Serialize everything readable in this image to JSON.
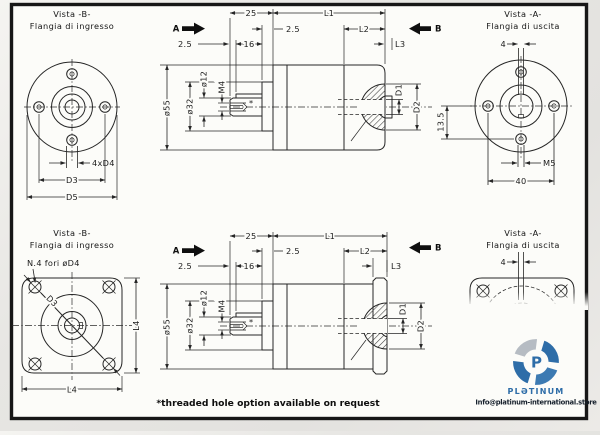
{
  "labels": {
    "vista_b": "Vista  -B-",
    "flangia_ingresso": "Flangia di ingresso",
    "vista_a": "Vista  -A-",
    "flangia_uscita": "Flangia di uscita",
    "arrow_a": "A",
    "arrow_b": "B",
    "note_fori": "N.4 fori øD4"
  },
  "dims": {
    "d25": "25",
    "L1": "L1",
    "d2_5": "2.5",
    "L2": "L2",
    "d16": "16",
    "L3": "L3",
    "dia55": "ø55",
    "dia32": "ø32",
    "dia12": "ø12",
    "m4": "M4",
    "star": "*",
    "D1": "D1",
    "D2": "D2",
    "d4": "4",
    "d13_5": "13.5",
    "m5": "M5",
    "d40": "40",
    "x4d4": "4xD4",
    "D3": "D3",
    "D5": "D5",
    "L4": "L4"
  },
  "footnote": "*threaded hole option available on request",
  "watermark": {
    "brand": "PLƏTINUM",
    "email": "Info@platinum-international.store",
    "logo_letter": "P",
    "blue": "#2e6da8",
    "gray": "#b6bcc3"
  }
}
